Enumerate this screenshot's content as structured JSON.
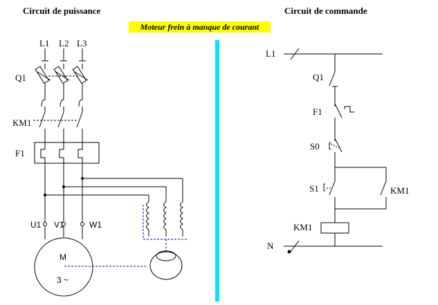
{
  "titles": {
    "power": "Circuit de puissance",
    "command": "Circuit de commande",
    "banner": "Moteur frein à manque de courant"
  },
  "colors": {
    "divider": "#00e5ff",
    "banner_bg": "#ffff00",
    "brake_link": "#0000cc"
  },
  "power": {
    "phases": [
      "L1",
      "L2",
      "L3"
    ],
    "q1": "Q1",
    "km1": "KM1",
    "f1": "F1",
    "terminals": [
      "U1",
      "V1",
      "W1"
    ],
    "motor_letter": "M",
    "motor_phase": "3 ~"
  },
  "command": {
    "l1": "L1",
    "n": "N",
    "q1": "Q1",
    "f1": "F1",
    "s0": "S0",
    "s1": "S1",
    "km1_contact": "KM1",
    "km1_coil": "KM1"
  }
}
